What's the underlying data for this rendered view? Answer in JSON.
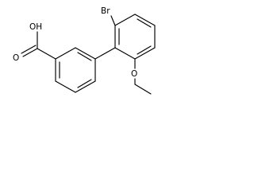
{
  "structure": {
    "atoms": {
      "bromine": "Br",
      "hydroxyl": "OH",
      "carbonyl_oxygen": "O",
      "ether_oxygen": "O"
    }
  }
}
